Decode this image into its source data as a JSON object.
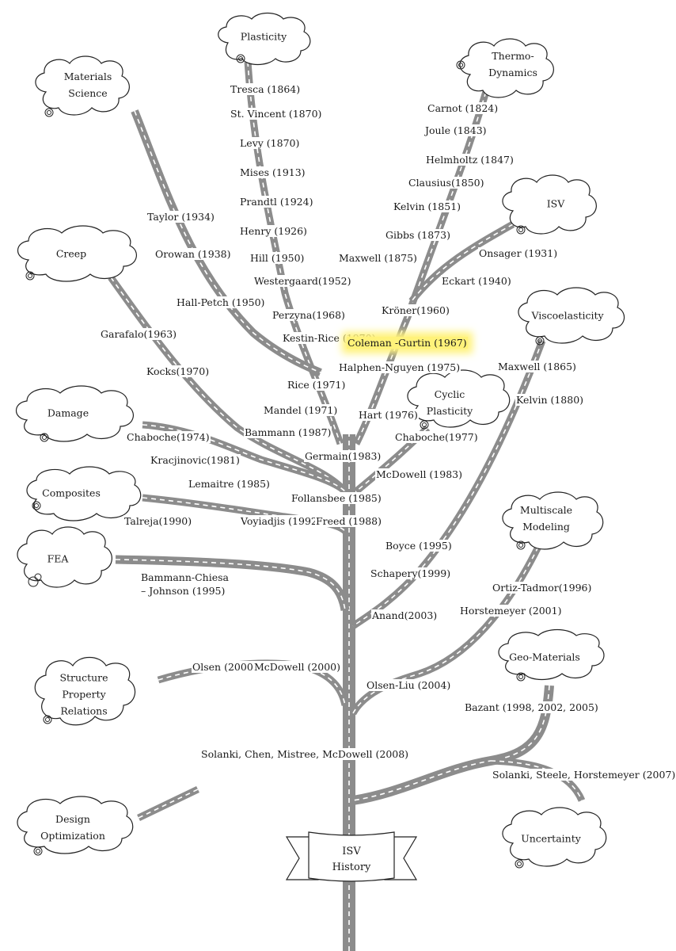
{
  "clouds": {
    "materials_science": "Materials\nScience",
    "plasticity": "Plasticity",
    "thermo_dynamics": "Thermo-\nDynamics",
    "isv": "ISV",
    "creep": "Creep",
    "viscoelasticity": "Viscoelasticity",
    "damage": "Damage",
    "cyclic_plasticity": "Cyclic\nPlasticity",
    "composites": "Composites",
    "multiscale_modeling": "Multiscale\nModeling",
    "fea": "FEA",
    "geo_materials": "Geo-Materials",
    "structure_property": "Structure\nProperty\nRelations",
    "design_optimization": "Design\nOptimization",
    "uncertainty": "Uncertainty"
  },
  "labels": {
    "tresca": "Tresca (1864)",
    "st_vincent": "St. Vincent (1870)",
    "levy": "Levy (1870)",
    "mises": "Mises (1913)",
    "prandtl": "Prandtl (1924)",
    "henry": "Henry (1926)",
    "hill": "Hill (1950)",
    "westergaard": "Westergaard(1952)",
    "perzyna": "Perzyna(1968)",
    "kestin_rice": "Kestin-Rice (1970)",
    "rice": "Rice (1971)",
    "mandel": "Mandel (1971)",
    "bammann": "Bammann (1987)",
    "germain": "Germain(1983)",
    "carnot": "Carnot (1824)",
    "joule": "Joule (1843)",
    "helmholtz": "Helmholtz (1847)",
    "clausius": "Clausius(1850)",
    "kelvin1851": "Kelvin (1851)",
    "gibbs": "Gibbs (1873)",
    "maxwell1875": "Maxwell (1875)",
    "onsager": "Onsager (1931)",
    "eckart": "Eckart (1940)",
    "kroner": "Kröner(1960)",
    "coleman_gurtin": "Coleman -Gurtin (1967)",
    "halphen_nguyen": "Halphen-Nguyen (1975)",
    "hart": "Hart (1976)",
    "chaboche1977": "Chaboche(1977)",
    "mcdowell1983": "McDowell (1983)",
    "taylor": "Taylor (1934)",
    "orowan": "Orowan (1938)",
    "hall_petch": "Hall-Petch (1950)",
    "garafalo": "Garafalo(1963)",
    "kocks": "Kocks(1970)",
    "chaboche1974": "Chaboche(1974)",
    "kracjinovic": "Kracjinovic(1981)",
    "lemaitre": "Lemaitre (1985)",
    "follansbee": "Follansbee (1985)",
    "talreja": "Talreja(1990)",
    "voyiadjis": "Voyiadjis (1992)",
    "freed": "Freed (1988)",
    "maxwell1865": "Maxwell (1865)",
    "kelvin1880": "Kelvin (1880)",
    "boyce": "Boyce (1995)",
    "schapery": "Schapery(1999)",
    "bammann_chiesa_1": "Bammann-Chiesa",
    "bammann_chiesa_2": "– Johnson (1995)",
    "ortiz_tadmor": "Ortiz-Tadmor(1996)",
    "horstemeyer": "Horstemeyer (2001)",
    "anand": "Anand(2003)",
    "olsen2000": "Olsen (2000)",
    "mcdowell2000": "McDowell (2000)",
    "olsen_liu": "Olsen-Liu (2004)",
    "bazant": "Bazant (1998, 2002, 2005)",
    "solanki_chen": "Solanki, Chen, Mistree, McDowell (2008)",
    "solanki_steele": "Solanki, Steele, Horstemeyer (2007)"
  },
  "banner": {
    "line1": "ISV",
    "line2": "History"
  },
  "colors": {
    "road": "#8c8c8c",
    "highlight": "#fff27a"
  }
}
